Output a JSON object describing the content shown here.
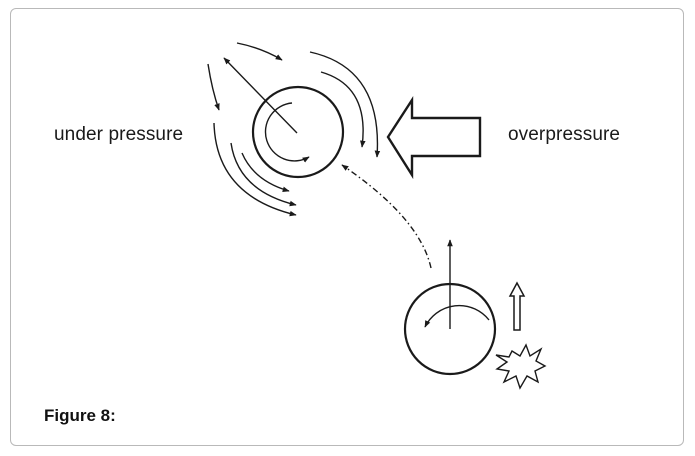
{
  "labels": {
    "under_pressure": "under pressure",
    "overpressure": "overpressure"
  },
  "caption": "Figure 8:",
  "colors": {
    "stroke": "#1a1a1a",
    "frame_border": "#b9b9b9",
    "background": "#ffffff"
  }
}
